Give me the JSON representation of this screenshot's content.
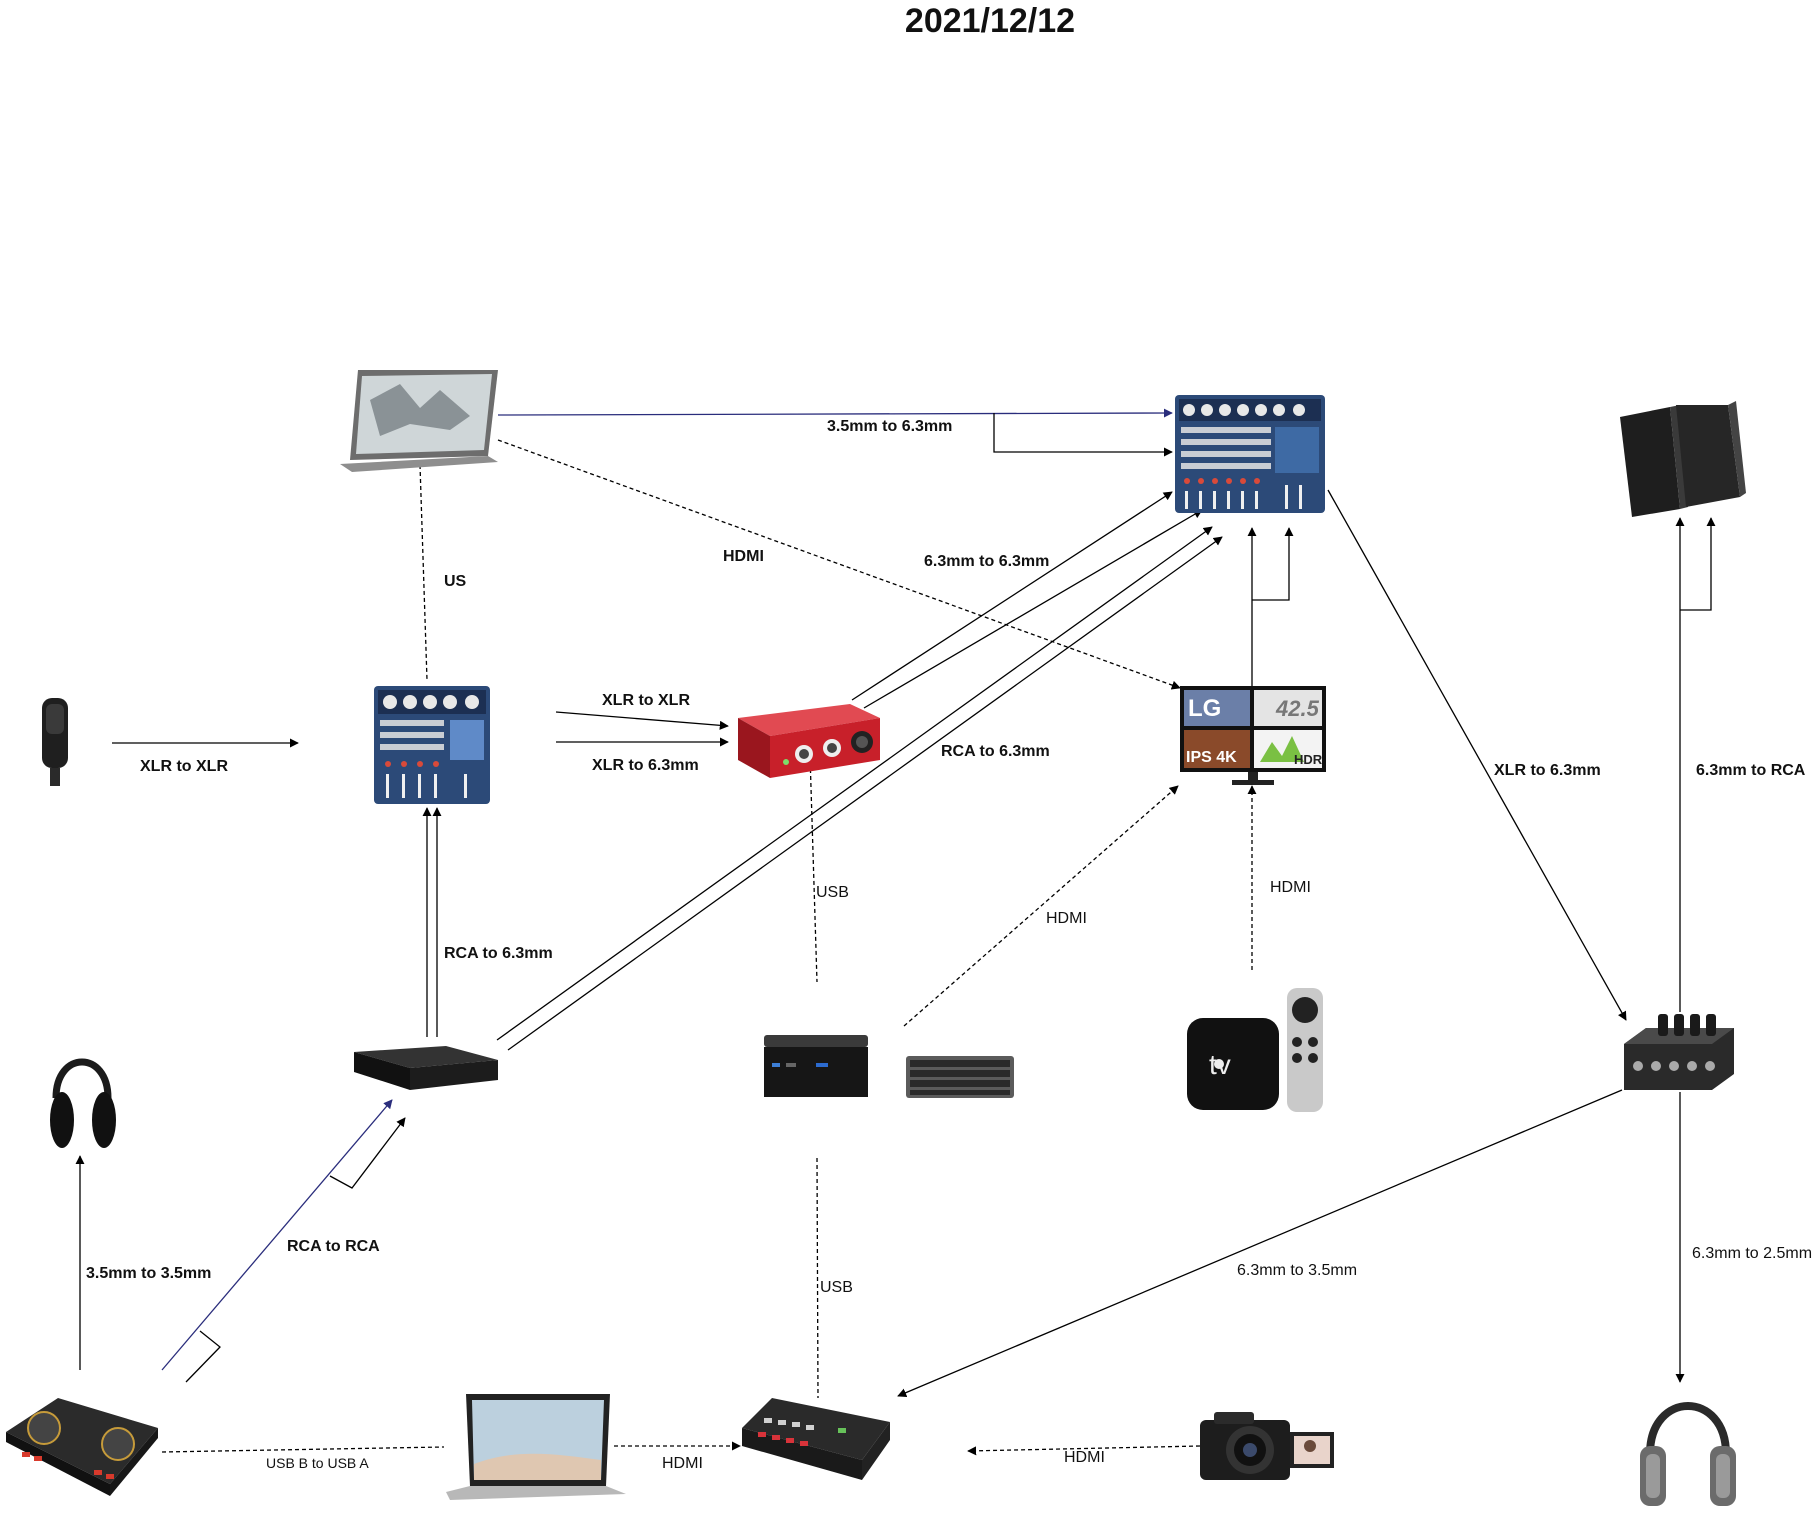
{
  "title": "2021/12/12",
  "colors": {
    "line": "#000000",
    "accent_line": "#2a2d7c",
    "mixer_blue": "#2c4a78",
    "interface_red": "#c8202a",
    "device_dark": "#1d1d1d"
  },
  "nodes": [
    {
      "id": "microphone",
      "icon": "microphone-icon"
    },
    {
      "id": "small-mixer",
      "icon": "mixer-icon"
    },
    {
      "id": "chromebook",
      "icon": "convertible-laptop-icon"
    },
    {
      "id": "audio-interface",
      "icon": "audio-interface-icon"
    },
    {
      "id": "large-mixer",
      "icon": "mixer-icon"
    },
    {
      "id": "lg-monitor",
      "icon": "monitor-icon",
      "screen_text": [
        "LG",
        "42.5",
        "IPS 4K",
        "HDR"
      ]
    },
    {
      "id": "speakers",
      "icon": "speakers-icon"
    },
    {
      "id": "headphone-amp",
      "icon": "headphone-amp-icon"
    },
    {
      "id": "mini-pc-left",
      "icon": "mini-pc-icon"
    },
    {
      "id": "mini-pc-center",
      "icon": "mini-pc-icon"
    },
    {
      "id": "keyboard",
      "icon": "keyboard-icon"
    },
    {
      "id": "apple-tv",
      "icon": "apple-tv-icon",
      "label": "tv"
    },
    {
      "id": "wireless-headphones",
      "icon": "headphones-icon"
    },
    {
      "id": "dj-controller",
      "icon": "dj-controller-icon"
    },
    {
      "id": "laptop",
      "icon": "laptop-icon"
    },
    {
      "id": "video-switcher",
      "icon": "video-switcher-icon"
    },
    {
      "id": "camera",
      "icon": "camera-icon"
    },
    {
      "id": "studio-headphones",
      "icon": "studio-headphones-icon"
    }
  ],
  "edges": [
    {
      "id": "chromebook-to-large-mixer",
      "label": "3.5mm to 6.3mm"
    },
    {
      "id": "chromebook-to-monitor",
      "label": "HDMI"
    },
    {
      "id": "chromebook-to-small-mixer",
      "label": "US"
    },
    {
      "id": "interface-to-large-mixer",
      "label": "6.3mm to 6.3mm"
    },
    {
      "id": "microphone-to-small-mixer",
      "label": "XLR to XLR"
    },
    {
      "id": "small-mixer-to-interface-xlr",
      "label": "XLR to XLR"
    },
    {
      "id": "small-mixer-to-interface-63",
      "label": "XLR to 6.3mm"
    },
    {
      "id": "pc-to-large-mixer",
      "label": "RCA to 6.3mm"
    },
    {
      "id": "large-mixer-to-amp",
      "label": "XLR to 6.3mm"
    },
    {
      "id": "amp-to-speakers",
      "label": "6.3mm to RCA"
    },
    {
      "id": "interface-to-mini-pc",
      "label": "USB"
    },
    {
      "id": "appletv-to-monitor",
      "label": "HDMI"
    },
    {
      "id": "minipc-to-monitor",
      "label": "HDMI"
    },
    {
      "id": "pc-to-small-mixer",
      "label": "RCA to 6.3mm"
    },
    {
      "id": "dj-to-pc",
      "label": "RCA to RCA"
    },
    {
      "id": "dj-to-headphones",
      "label": "3.5mm to 3.5mm"
    },
    {
      "id": "amp-to-switcher",
      "label": "6.3mm to 3.5mm"
    },
    {
      "id": "amp-to-studio-headphones",
      "label": "6.3mm to 2.5mm"
    },
    {
      "id": "minipc-to-switcher",
      "label": "USB"
    },
    {
      "id": "dj-to-laptop",
      "label": "USB B to USB A"
    },
    {
      "id": "laptop-to-switcher",
      "label": "HDMI"
    },
    {
      "id": "camera-to-switcher",
      "label": "HDMI"
    }
  ]
}
